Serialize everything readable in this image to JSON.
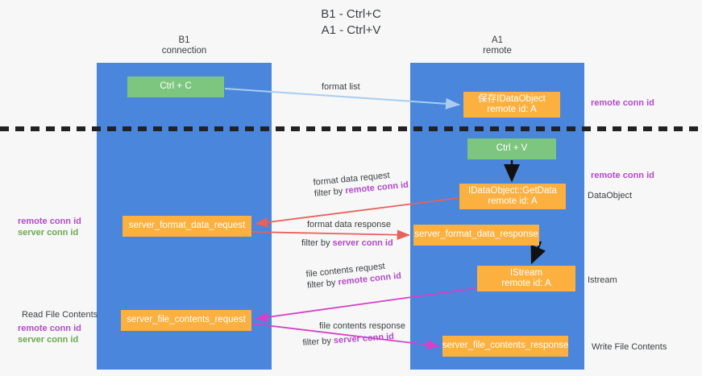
{
  "title": {
    "line1": "B1 - Ctrl+C",
    "line2": "A1 - Ctrl+V"
  },
  "lanes": [
    {
      "id": "b1",
      "name": "B1",
      "role": "connection"
    },
    {
      "id": "a1",
      "name": "A1",
      "role": "remote"
    }
  ],
  "nodes": {
    "ctrl_c": {
      "line1": "Ctrl + C",
      "line2": "",
      "color": "#7dc67f"
    },
    "idataobject": {
      "line1": "保存IDataObject",
      "line2": "remote id: A",
      "color": "#fbb040"
    },
    "ctrl_v": {
      "line1": "Ctrl + V",
      "line2": "",
      "color": "#7dc67f"
    },
    "getdata": {
      "line1": "IDataObject::GetData",
      "line2": "remote id: A",
      "color": "#fbb040"
    },
    "sfd_request": {
      "line1": "server_format_data_request",
      "line2": "",
      "color": "#fbb040"
    },
    "sfd_response": {
      "line1": "server_format_data_response",
      "line2": "",
      "color": "#fbb040"
    },
    "istream": {
      "line1": "IStream",
      "line2": "remote id: A",
      "color": "#fbb040"
    },
    "sfc_request": {
      "line1": "server_file_contents_request",
      "line2": "",
      "color": "#fbb040"
    },
    "sfc_response": {
      "line1": "server_file_contents_response",
      "line2": "",
      "color": "#fbb040"
    }
  },
  "arrow_labels": {
    "format_list": "format list",
    "format_data_request": "format data request",
    "format_data_request_filter_prefix": "filter by ",
    "format_data_request_filter_key": "remote conn id",
    "format_data_response": "format data response",
    "format_data_response_filter_prefix": "filter by ",
    "format_data_response_filter_key": "server conn id",
    "file_contents_request": "file contents request",
    "file_contents_request_filter_prefix": "filter by ",
    "file_contents_request_filter_key": "remote conn id",
    "file_contents_response": "file contents response",
    "file_contents_response_filter_prefix": "filter by ",
    "file_contents_response_filter_key": "server conn id"
  },
  "side_labels": {
    "right_remote_conn_id_top": "remote conn id",
    "right_remote_conn_id_mid": "remote conn id",
    "right_dataobject": "DataObject",
    "right_istream": "Istream",
    "right_write_file": "Write File Contents",
    "left_remote_conn_id": "remote conn id",
    "left_server_conn_id": "server conn id",
    "left_read_file": "Read File Contents",
    "left_remote_conn_id_2": "remote conn id",
    "left_server_conn_id_2": "server conn id"
  },
  "colors": {
    "lane": "#4a86dc",
    "node_green": "#7dc67f",
    "node_orange": "#fbb040",
    "accent_purple": "#b14bc9",
    "accent_green": "#6aa84f",
    "arrow_lightblue": "#a8cdf0",
    "arrow_red": "#e8615a",
    "arrow_magenta": "#d541c6",
    "arrow_black": "#111111",
    "background": "#f7f7f7"
  }
}
